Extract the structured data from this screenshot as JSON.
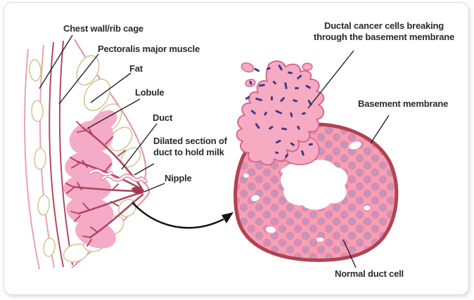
{
  "figure": {
    "type": "medical-illustration",
    "description": "Breast cross-section anatomy with magnified duct showing ductal cancer cells breaking through the basement membrane"
  },
  "anatomy_labels": {
    "chest_wall": "Chest wall/rib cage",
    "pectoralis": "Pectoralis major muscle",
    "fat": "Fat",
    "lobule": "Lobule",
    "duct": "Duct",
    "dilated_duct": "Dilated section of\nduct to hold milk",
    "nipple": "Nipple"
  },
  "detail_labels": {
    "ductal_cancer": "Ductal cancer cells breaking\nthrough the basement membrane",
    "basement_membrane": "Basement membrane",
    "normal_duct_cell": "Normal duct cell"
  },
  "graphics": {
    "left_panel": "breast-cross-section-illustration",
    "right_panel": "duct-cross-section-illustration",
    "connector": "magnification-arrow"
  },
  "colors": {
    "skin_outline_pink": "#e9a2b6",
    "rib_fat_olive": "#d0ca93",
    "muscle_crimson": "#b34a62",
    "lobule_pink": "#f5abc8",
    "duct_crimson": "#b0455f",
    "cell_field_pink": "#f2a1b7",
    "cell_body_pink": "#f191ad",
    "cell_nucleus_lavender": "#a9a5d4",
    "basement_membrane_red": "#b2424f",
    "cancer_blob_pink": "#f6abc2",
    "cancer_nucleus_navy": "#3d3a8c",
    "label_text": "#2b2b2b",
    "card_background": "#ffffff"
  }
}
